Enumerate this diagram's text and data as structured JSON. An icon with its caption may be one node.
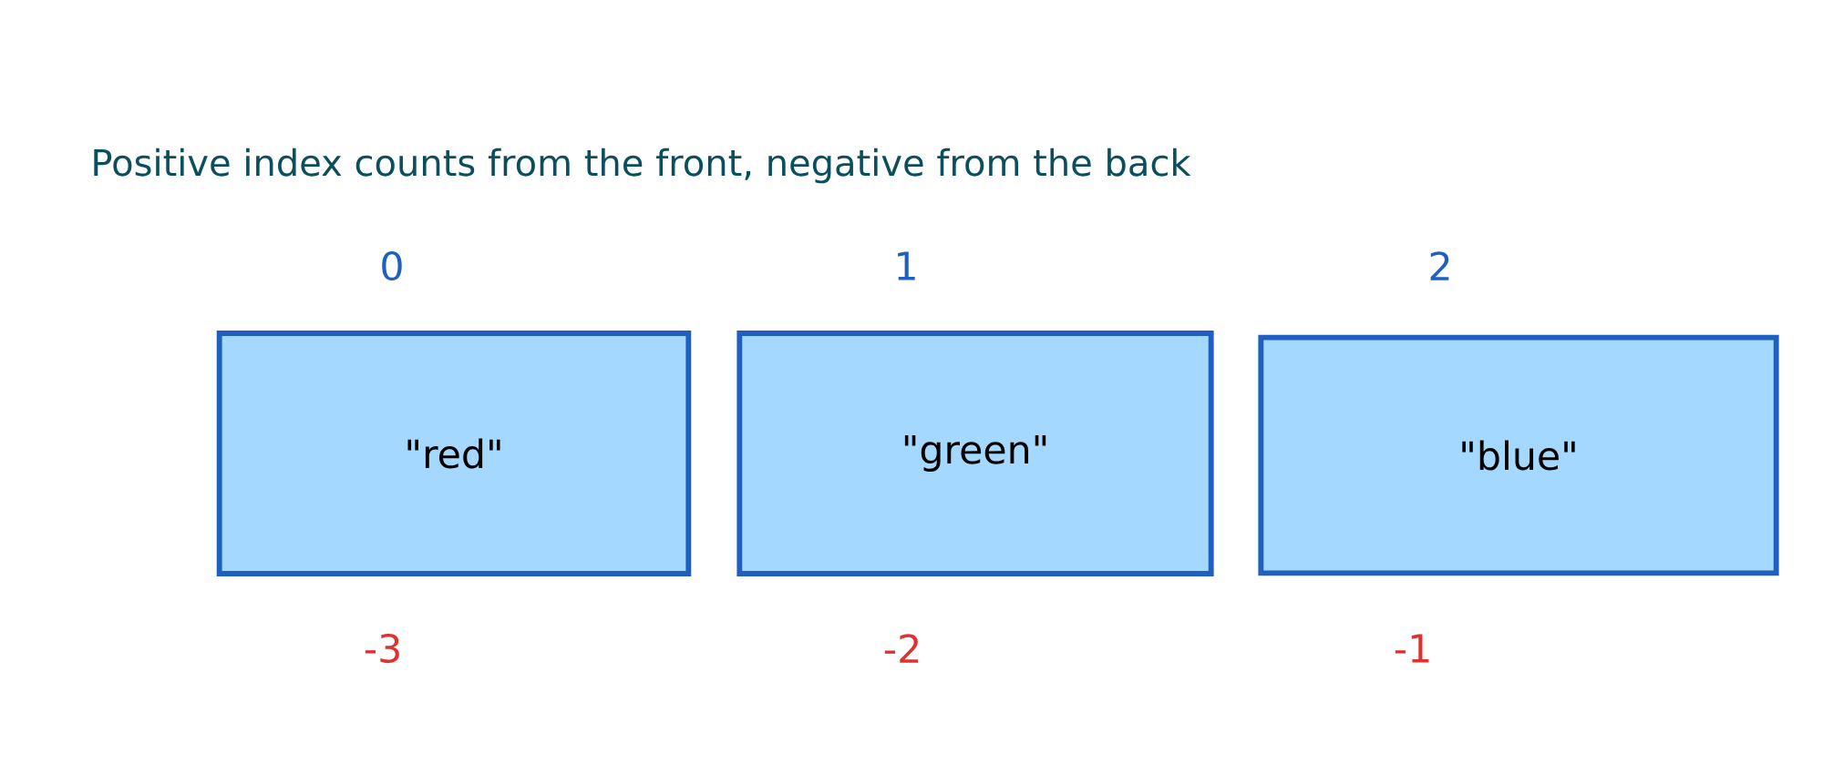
{
  "diagram": {
    "title": "Positive index counts from the front, negative from the back",
    "nodes": [
      {
        "text": [
          "\"red\""
        ],
        "beside": [
          "0",
          "-3"
        ]
      },
      {
        "text": [
          "\"green\""
        ],
        "beside": [
          "1",
          "-2"
        ]
      },
      {
        "text": [
          "\"blue\""
        ],
        "beside": [
          "2",
          "-1"
        ]
      }
    ]
  }
}
